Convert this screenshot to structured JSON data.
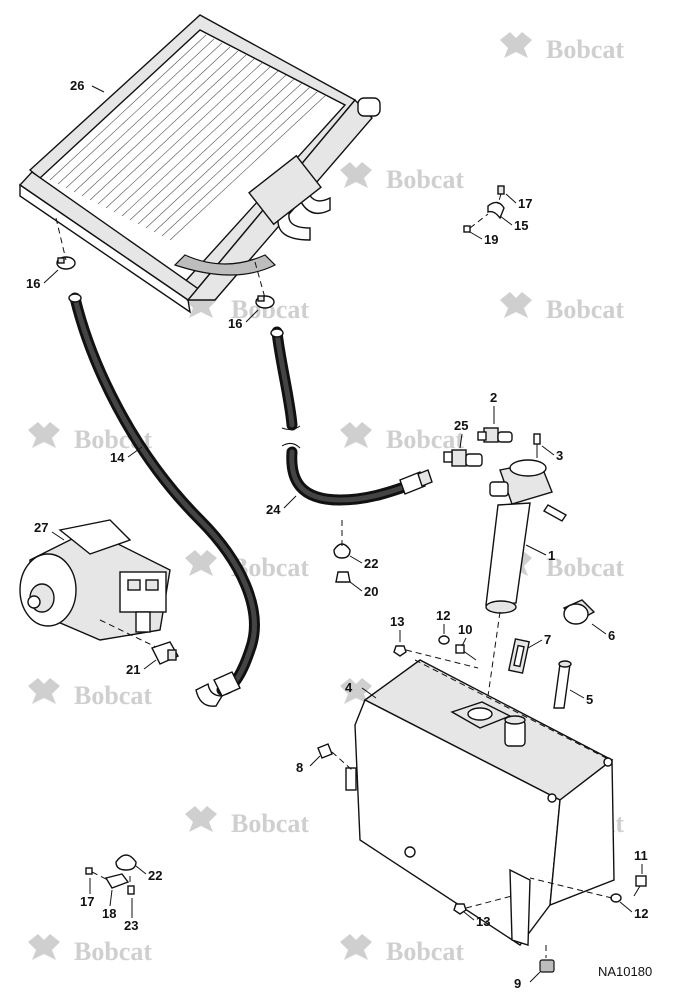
{
  "watermark": {
    "brand": "Bobcat",
    "icon": "bobcat-logo-icon",
    "color": "#cfcfcf"
  },
  "drawing_number": "NA10180",
  "callouts": {
    "c1": "1",
    "c2": "2",
    "c3": "3",
    "c4": "4",
    "c5": "5",
    "c6": "6",
    "c7": "7",
    "c8": "8",
    "c9": "9",
    "c10": "10",
    "c11": "11",
    "c12a": "12",
    "c12b": "12",
    "c13a": "13",
    "c13b": "13",
    "c14": "14",
    "c15": "15",
    "c16a": "16",
    "c16b": "16",
    "c17a": "17",
    "c17b": "17",
    "c18": "18",
    "c19": "19",
    "c20": "20",
    "c21": "21",
    "c22a": "22",
    "c22b": "22",
    "c23": "23",
    "c24": "24",
    "c25": "25",
    "c26": "26",
    "c27": "27"
  },
  "colors": {
    "line": "#111111",
    "fill": "#ffffff",
    "shade": "#e6e6e6",
    "hose": "#111111"
  }
}
